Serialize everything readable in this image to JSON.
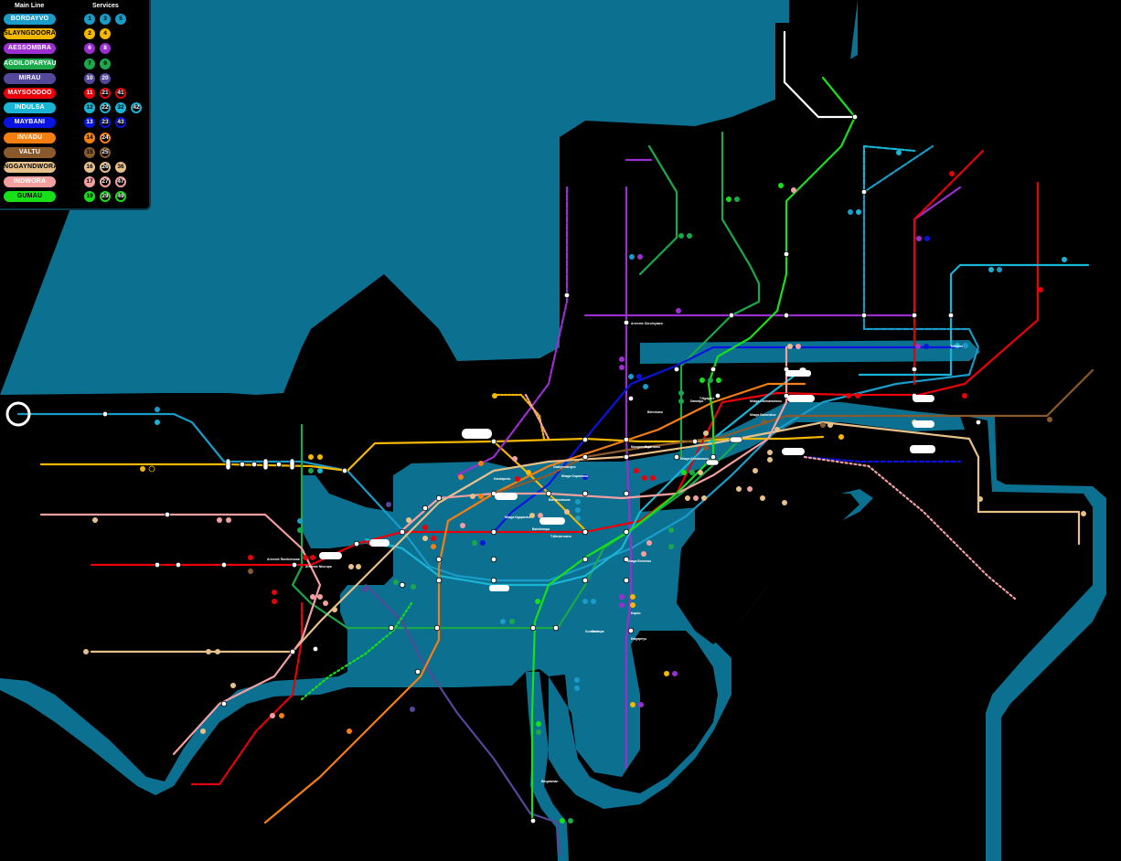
{
  "legend": {
    "header_main": "Main Line",
    "header_services": "Services",
    "lines": [
      {
        "name": "BORDAYVO",
        "color": "#1a9bc8",
        "text": "#fff",
        "services": [
          {
            "n": "1",
            "fill": "#1a9bc8",
            "text": "#000"
          },
          {
            "n": "3",
            "fill": "#1a9bc8",
            "text": "#000"
          },
          {
            "n": "5",
            "fill": "#1a9bc8",
            "text": "#000"
          }
        ]
      },
      {
        "name": "SLAYNGDOORA",
        "color": "#f5b800",
        "text": "#000",
        "services": [
          {
            "n": "2",
            "fill": "#f5b800",
            "text": "#000"
          },
          {
            "n": "4",
            "fill": "#f5b800",
            "text": "#000"
          }
        ]
      },
      {
        "name": "AESSOMBRA",
        "color": "#9b2fd0",
        "text": "#fff",
        "services": [
          {
            "n": "6",
            "fill": "#9b2fd0",
            "text": "#fff"
          },
          {
            "n": "8",
            "fill": "#9b2fd0",
            "text": "#fff"
          }
        ]
      },
      {
        "name": "AGDILOPARYAU",
        "color": "#1aa84a",
        "text": "#fff",
        "services": [
          {
            "n": "7",
            "fill": "#1aa84a",
            "text": "#000"
          },
          {
            "n": "9",
            "fill": "#1aa84a",
            "text": "#000"
          }
        ]
      },
      {
        "name": "MIRAU",
        "color": "#54489a",
        "text": "#fff",
        "services": [
          {
            "n": "10",
            "fill": "#54489a",
            "text": "#fff"
          },
          {
            "n": "20",
            "fill": "#54489a",
            "text": "#fff"
          }
        ]
      },
      {
        "name": "MAYSOODOO",
        "color": "#e8000a",
        "text": "#fff",
        "services": [
          {
            "n": "11",
            "fill": "#e8000a",
            "text": "#fff"
          },
          {
            "n": "21",
            "fill": "#000",
            "text": "#fff",
            "ring": "#e8000a"
          },
          {
            "n": "41",
            "fill": "#000",
            "text": "#fff",
            "ring": "#e8000a"
          }
        ]
      },
      {
        "name": "INDULSA",
        "color": "#19b5d6",
        "text": "#fff",
        "services": [
          {
            "n": "12",
            "fill": "#19b5d6",
            "text": "#000"
          },
          {
            "n": "22",
            "fill": "#000",
            "text": "#fff",
            "ring": "#19b5d6"
          },
          {
            "n": "32",
            "fill": "#19b5d6",
            "text": "#000"
          },
          {
            "n": "42",
            "fill": "#000",
            "text": "#fff",
            "ring": "#19b5d6"
          }
        ]
      },
      {
        "name": "MAYBANI",
        "color": "#0a14e0",
        "text": "#fff",
        "services": [
          {
            "n": "13",
            "fill": "#0a14e0",
            "text": "#fff"
          },
          {
            "n": "23",
            "fill": "#000",
            "text": "#fff",
            "ring": "#0a14e0"
          },
          {
            "n": "43",
            "fill": "#000",
            "text": "#fff",
            "ring": "#0a14e0"
          }
        ]
      },
      {
        "name": "INVADU",
        "color": "#f57f10",
        "text": "#fff",
        "services": [
          {
            "n": "14",
            "fill": "#f57f10",
            "text": "#000"
          },
          {
            "n": "24",
            "fill": "#000",
            "text": "#fff",
            "ring": "#f57f10"
          }
        ]
      },
      {
        "name": "VALTU",
        "color": "#8a5a2c",
        "text": "#fff",
        "services": [
          {
            "n": "15",
            "fill": "#8a5a2c",
            "text": "#000"
          },
          {
            "n": "25",
            "fill": "#000",
            "text": "#fff",
            "ring": "#8a5a2c"
          }
        ]
      },
      {
        "name": "NGGAYNDWORA",
        "color": "#e8c08a",
        "text": "#000",
        "services": [
          {
            "n": "16",
            "fill": "#e8c08a",
            "text": "#000"
          },
          {
            "n": "26",
            "fill": "#000",
            "text": "#fff",
            "ring": "#e8c08a"
          },
          {
            "n": "36",
            "fill": "#e8c08a",
            "text": "#000"
          }
        ]
      },
      {
        "name": "INDWORA",
        "color": "#f4a0a0",
        "text": "#fff",
        "services": [
          {
            "n": "17",
            "fill": "#f4a0a0",
            "text": "#000"
          },
          {
            "n": "27",
            "fill": "#000",
            "text": "#fff",
            "ring": "#f4a0a0"
          },
          {
            "n": "47",
            "fill": "#000",
            "text": "#fff",
            "ring": "#f4a0a0"
          }
        ]
      },
      {
        "name": "GUMAU",
        "color": "#18e018",
        "text": "#000",
        "services": [
          {
            "n": "19",
            "fill": "#18e018",
            "text": "#000"
          },
          {
            "n": "29",
            "fill": "#000",
            "text": "#fff",
            "ring": "#18e018"
          },
          {
            "n": "49",
            "fill": "#000",
            "text": "#fff",
            "ring": "#18e018"
          }
        ]
      }
    ]
  },
  "map_colors": {
    "water": "#0c7090",
    "land": "#000000",
    "station": "#ffffff"
  },
  "station_labels": [
    "Ulerkuri",
    "Arreeme Rombvivuwa",
    "Teme",
    "Dawrapa",
    "Blenekanu",
    "T.Ngagore",
    "Dowrwanu",
    "Arreeme Gorulnyaaro",
    "Gaalyirmangno",
    "Nhaga Gopamanu",
    "Nhaga Ngapanku",
    "Arreeme Nhurupa",
    "T.Mindermanu",
    "Mungamango",
    "Baiviluimpa",
    "Kandapedu",
    "Nhaga Kondamanu",
    "Nhaga Baravukoe",
    "Nhaga Cadmaramanu",
    "Barrdeanbuwa",
    "Gurawuimpa",
    "Kapdu",
    "Dalgapeyu",
    "Bingdaman",
    "Nhaga Borowuu"
  ]
}
